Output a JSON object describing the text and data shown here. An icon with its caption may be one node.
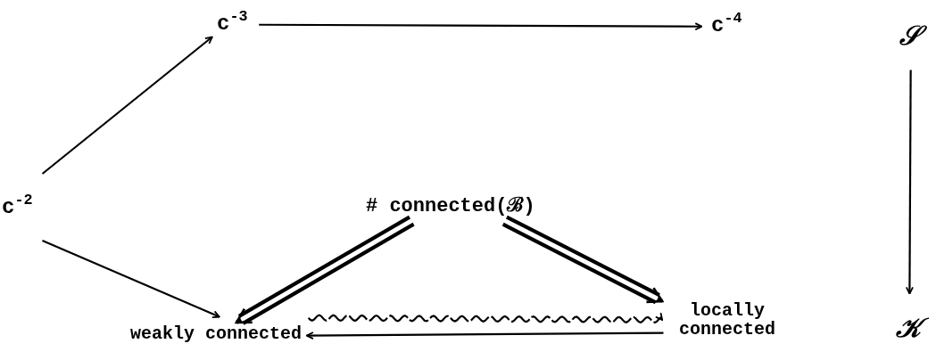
{
  "diagram": {
    "nodes": [
      {
        "text": [
          "c$^{-3}$"
        ]
      },
      {
        "text": [
          "c$^{-4}$"
        ]
      },
      {
        "text": [
          "𝒮"
        ]
      },
      {
        "text": [
          "c$^{-2}$"
        ]
      },
      {
        "text": [
          "# connected(ℬ)"
        ]
      },
      {
        "text": [
          "weakly connected"
        ]
      },
      {
        "text": [
          "locally connected"
        ]
      },
      {
        "text": [
          "𝒦"
        ]
      }
    ],
    "edges": [
      {
        "from": 3,
        "to": 0,
        "arrow": "to"
      },
      {
        "from": 0,
        "to": 1,
        "arrow": "to"
      },
      {
        "from": 2,
        "to": 7,
        "arrow": "to"
      },
      {
        "from": 3,
        "to": 5,
        "arrow": "to"
      },
      {
        "from": 4,
        "to": 5,
        "arrow": "to",
        "style": "thick"
      },
      {
        "from": 4,
        "to": 6,
        "arrow": "to",
        "style": "thick"
      },
      {
        "from": 5,
        "to": 6,
        "arrow": "to",
        "style": "dashed"
      },
      {
        "from": 6,
        "to": 5,
        "arrow": "to"
      }
    ]
  }
}
